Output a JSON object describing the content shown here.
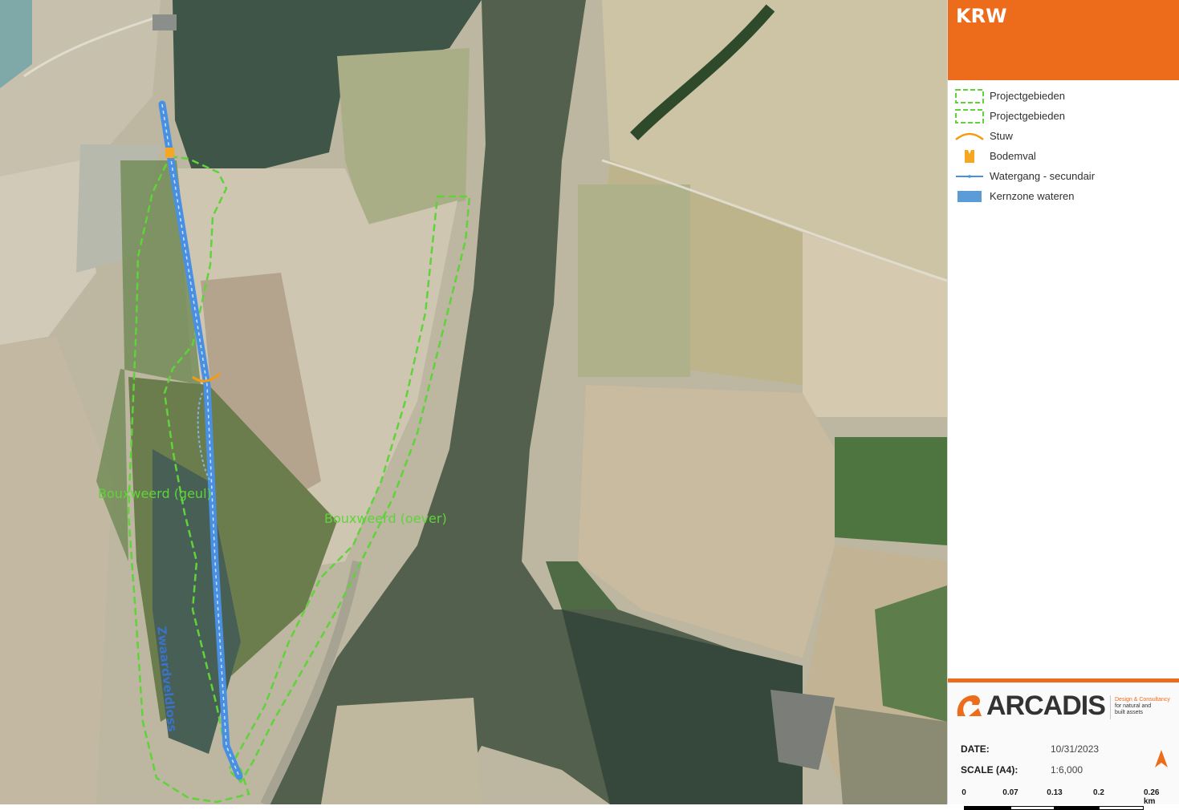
{
  "map": {
    "area_labels": [
      "Bouxweerd (geul)",
      "Bouxweerd (oever)"
    ],
    "waterway_label": "Zwaardveldloss",
    "colors": {
      "project_area": "#5fd33a",
      "waterway": "#4a90e2",
      "stuw": "#f39c12",
      "bodemval": "#f5a623",
      "river": "#4f5c48"
    }
  },
  "panel": {
    "title": "KRW",
    "header_color": "#ec6c1c",
    "legend": [
      {
        "label": "Projectgebieden",
        "icon": "dashed-green-square-icon"
      },
      {
        "label": "Projectgebieden",
        "icon": "dashed-green-square-icon"
      },
      {
        "label": "Stuw",
        "icon": "orange-arc-icon"
      },
      {
        "label": "Bodemval",
        "icon": "orange-drop-icon"
      },
      {
        "label": "Watergang - secundair",
        "icon": "blue-dashed-line-icon"
      },
      {
        "label": "Kernzone wateren",
        "icon": "blue-rectangle-icon"
      }
    ]
  },
  "footer": {
    "logo": "ARCADIS",
    "tagline": [
      "Design & Consultancy",
      "for natural and",
      "built assets"
    ],
    "date_label": "DATE:",
    "date_value": "10/31/2023",
    "scale_label": "SCALE (A4):",
    "scale_value": "1:6,000",
    "scale_ticks": [
      "0",
      "0.07",
      "0.13",
      "0.2",
      "0.26 km"
    ]
  }
}
